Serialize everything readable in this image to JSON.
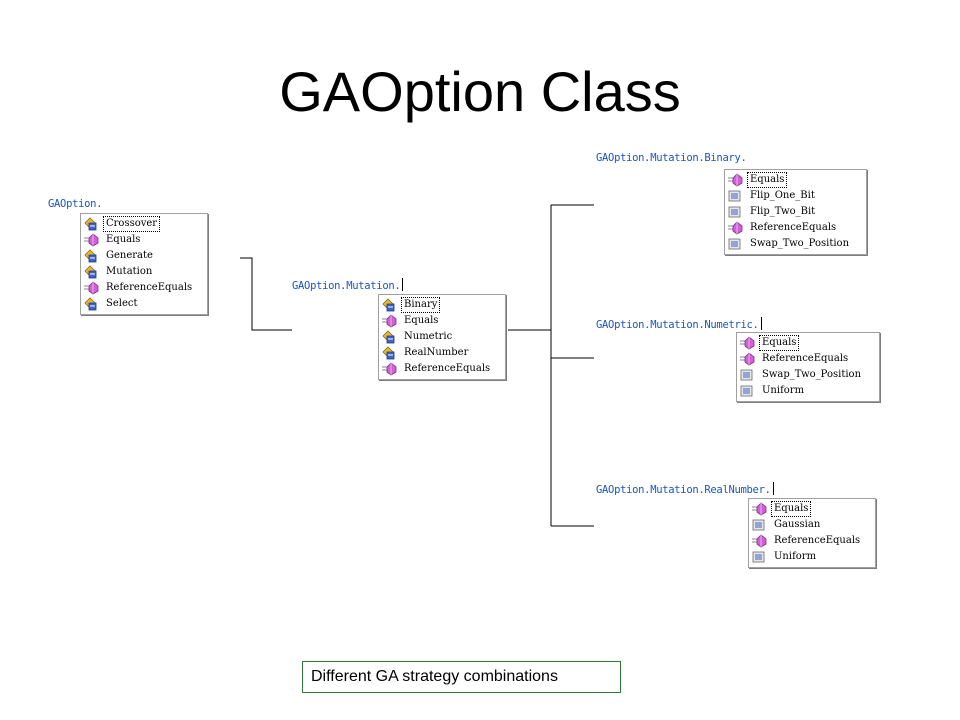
{
  "title": "GAOption Class",
  "footer_note": "Different GA strategy combinations",
  "colors": {
    "namespace_text": "#1b55b8",
    "method_icon": "#d35fd8",
    "class_icon": "#3e63c8",
    "caption_border": "#2f7a39"
  },
  "nodes": {
    "root": {
      "caption": "GAOption.",
      "items": [
        {
          "label": "Crossover",
          "icon": "class-icon",
          "selected": true
        },
        {
          "label": "Equals",
          "icon": "method-icon"
        },
        {
          "label": "Generate",
          "icon": "class-icon"
        },
        {
          "label": "Mutation",
          "icon": "class-icon"
        },
        {
          "label": "ReferenceEquals",
          "icon": "method-icon"
        },
        {
          "label": "Select",
          "icon": "class-icon"
        }
      ]
    },
    "mutation": {
      "caption": "GAOption.Mutation.",
      "items": [
        {
          "label": "Binary",
          "icon": "class-icon",
          "selected": true
        },
        {
          "label": "Equals",
          "icon": "method-icon"
        },
        {
          "label": "Numetric",
          "icon": "class-icon"
        },
        {
          "label": "RealNumber",
          "icon": "class-icon"
        },
        {
          "label": "ReferenceEquals",
          "icon": "method-icon"
        }
      ]
    },
    "binary": {
      "caption": "GAOption.Mutation.Binary.",
      "items": [
        {
          "label": "Equals",
          "icon": "method-icon",
          "selected": true
        },
        {
          "label": "Flip_One_Bit",
          "icon": "enum-icon"
        },
        {
          "label": "Flip_Two_Bit",
          "icon": "enum-icon"
        },
        {
          "label": "ReferenceEquals",
          "icon": "method-icon"
        },
        {
          "label": "Swap_Two_Position",
          "icon": "enum-icon"
        }
      ]
    },
    "numetric": {
      "caption": "GAOption.Mutation.Numetric.",
      "items": [
        {
          "label": "Equals",
          "icon": "method-icon",
          "selected": true
        },
        {
          "label": "ReferenceEquals",
          "icon": "method-icon"
        },
        {
          "label": "Swap_Two_Position",
          "icon": "enum-icon"
        },
        {
          "label": "Uniform",
          "icon": "enum-icon"
        }
      ]
    },
    "realnumber": {
      "caption": "GAOption.Mutation.RealNumber.",
      "items": [
        {
          "label": "Equals",
          "icon": "method-icon",
          "selected": true
        },
        {
          "label": "Gaussian",
          "icon": "enum-icon"
        },
        {
          "label": "ReferenceEquals",
          "icon": "method-icon"
        },
        {
          "label": "Uniform",
          "icon": "enum-icon"
        }
      ]
    }
  }
}
